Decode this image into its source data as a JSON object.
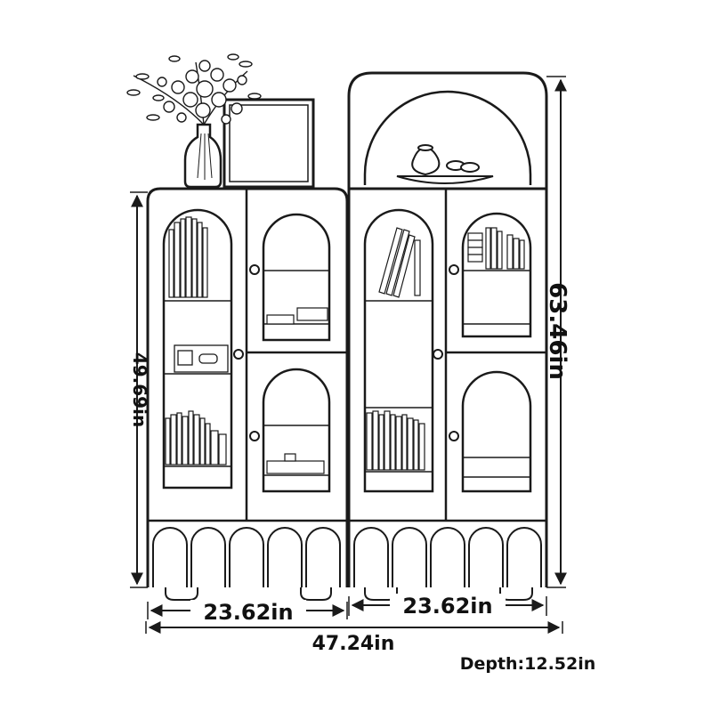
{
  "dimensions": {
    "left_cabinet_width": "23.62in",
    "right_cabinet_width": "23.62in",
    "total_width": "47.24in",
    "left_cabinet_height": "49.69in",
    "total_height": "63.46in",
    "depth": "Depth:12.52in"
  },
  "colors": {
    "line": "#1a1a1a",
    "background": "#ffffff"
  }
}
